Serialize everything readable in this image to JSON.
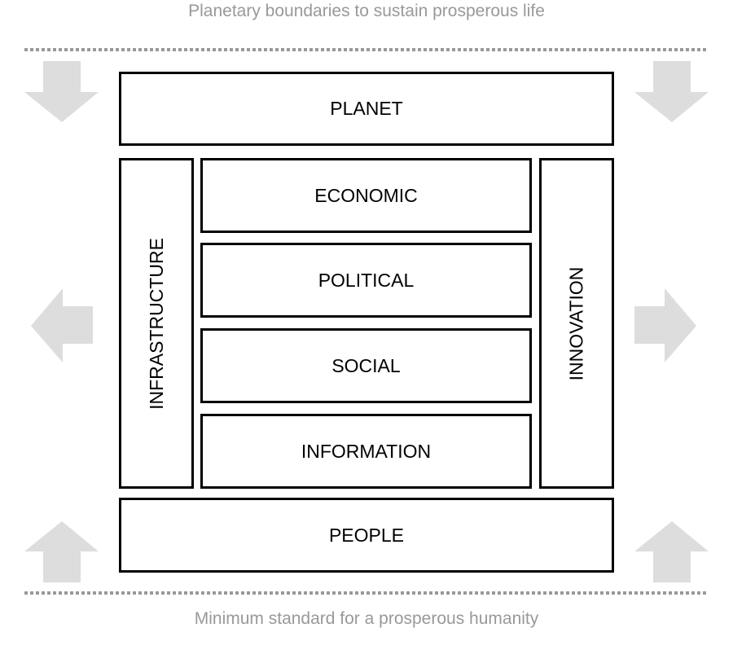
{
  "top_caption": "Planetary boundaries to sustain prosperous life",
  "bottom_caption": "Minimum standard for a prosperous humanity",
  "boxes": {
    "planet": "PLANET",
    "people": "PEOPLE",
    "infrastructure": "INFRASTRUCTURE",
    "innovation": "INNOVATION",
    "economic": "ECONOMIC",
    "political": "POLITICAL",
    "social": "SOCIAL",
    "information": "INFORMATION"
  },
  "colors": {
    "arrow": "#dddddd",
    "caption": "#999999",
    "border": "#000000"
  }
}
